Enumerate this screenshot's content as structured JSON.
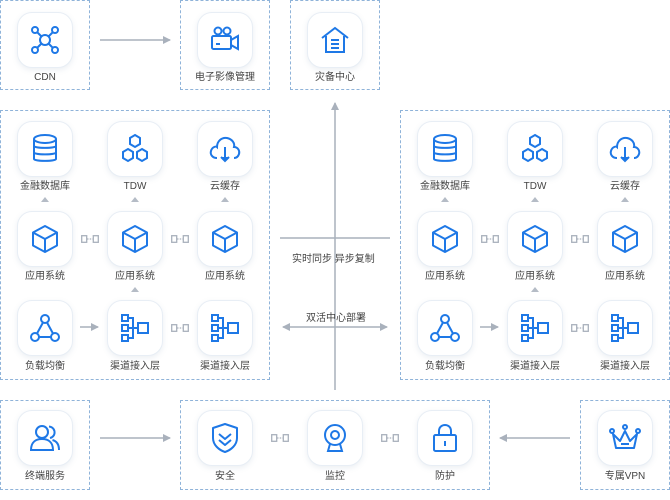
{
  "top": {
    "cdn": "CDN",
    "imaging": "电子影像管理",
    "backup": "灾备中心"
  },
  "left_cluster": {
    "row1": [
      "金融数据库",
      "TDW",
      "云缓存"
    ],
    "row2": [
      "应用系统",
      "应用系统",
      "应用系统"
    ],
    "row3": [
      "负载均衡",
      "渠道接入层",
      "渠道接入层"
    ]
  },
  "right_cluster": {
    "row1": [
      "金融数据库",
      "TDW",
      "云缓存"
    ],
    "row2": [
      "应用系统",
      "应用系统",
      "应用系统"
    ],
    "row3": [
      "负载均衡",
      "渠道接入层",
      "渠道接入层"
    ]
  },
  "center_labels": {
    "sync": "实时同步  异步复制",
    "active_active": "双活中心部署"
  },
  "bottom": {
    "terminal": "终端服务",
    "security": "安全",
    "monitor": "监控",
    "protect": "防护",
    "vpn": "专属VPN"
  },
  "colors": {
    "accent": "#1e78e6",
    "dashed_border": "#8fb3d9",
    "arrow": "#a9b1bc",
    "text": "#444444"
  }
}
